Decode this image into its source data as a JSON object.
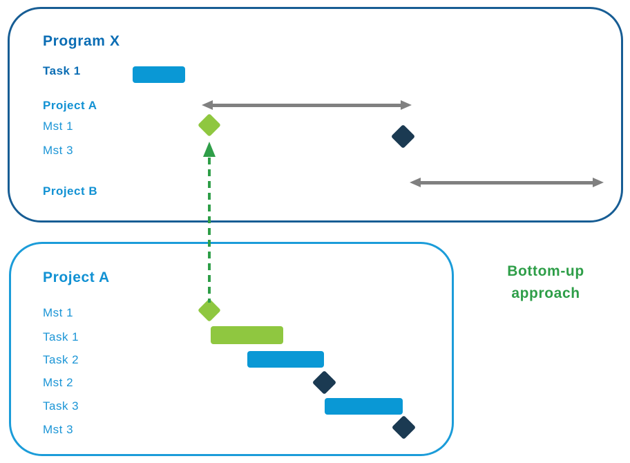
{
  "colors": {
    "program_border": "#175d94",
    "project_border": "#1b9cd9",
    "dark_blue_text": "#0b6db4",
    "bright_blue_text": "#1191d3",
    "bar_blue": "#0a98d5",
    "bar_green": "#8fc740",
    "milestone_navy": "#1b3a52",
    "arrow_gray": "#808080",
    "accent_green": "#2f9e48"
  },
  "program_panel": {
    "title": "Program X",
    "rows": [
      {
        "label": "Task 1",
        "type": "bar-blue"
      },
      {
        "label": "Project A",
        "type": "duration-arrow"
      },
      {
        "label": "Mst 1",
        "type": "milestone-green"
      },
      {
        "label": "Mst 3",
        "type": "milestone-navy"
      },
      {
        "label": "Project B",
        "type": "duration-arrow"
      }
    ]
  },
  "project_panel": {
    "title": "Project A",
    "rows": [
      {
        "label": "Mst 1",
        "type": "milestone-green"
      },
      {
        "label": "Task 1",
        "type": "bar-green"
      },
      {
        "label": "Task 2",
        "type": "bar-blue"
      },
      {
        "label": "Mst 2",
        "type": "milestone-navy"
      },
      {
        "label": "Task 3",
        "type": "bar-blue"
      },
      {
        "label": "Mst 3",
        "type": "milestone-navy"
      }
    ]
  },
  "annotation": {
    "line1": "Bottom-up",
    "line2": "approach"
  }
}
